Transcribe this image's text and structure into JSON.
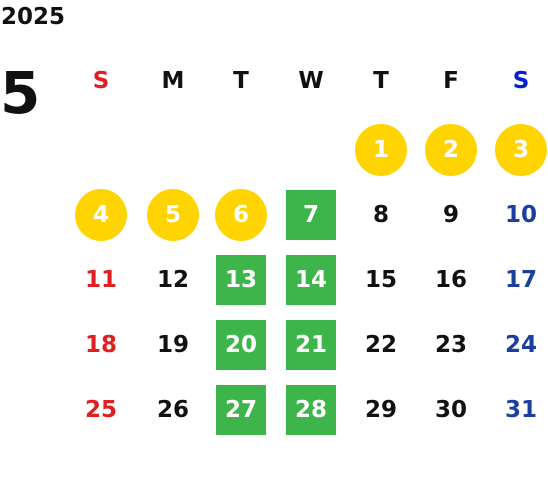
{
  "year": "2025",
  "month": "5",
  "weekdays": [
    "S",
    "M",
    "T",
    "W",
    "T",
    "F",
    "S"
  ],
  "days": [
    {
      "label": "1",
      "week": 0,
      "dow": 4,
      "mark": "circle"
    },
    {
      "label": "2",
      "week": 0,
      "dow": 5,
      "mark": "circle"
    },
    {
      "label": "3",
      "week": 0,
      "dow": 6,
      "mark": "circle"
    },
    {
      "label": "4",
      "week": 1,
      "dow": 0,
      "mark": "circle"
    },
    {
      "label": "5",
      "week": 1,
      "dow": 1,
      "mark": "circle"
    },
    {
      "label": "6",
      "week": 1,
      "dow": 2,
      "mark": "circle"
    },
    {
      "label": "7",
      "week": 1,
      "dow": 3,
      "mark": "square"
    },
    {
      "label": "8",
      "week": 1,
      "dow": 4,
      "mark": "none"
    },
    {
      "label": "9",
      "week": 1,
      "dow": 5,
      "mark": "none"
    },
    {
      "label": "10",
      "week": 1,
      "dow": 6,
      "mark": "none"
    },
    {
      "label": "11",
      "week": 2,
      "dow": 0,
      "mark": "none"
    },
    {
      "label": "12",
      "week": 2,
      "dow": 1,
      "mark": "none"
    },
    {
      "label": "13",
      "week": 2,
      "dow": 2,
      "mark": "square"
    },
    {
      "label": "14",
      "week": 2,
      "dow": 3,
      "mark": "square"
    },
    {
      "label": "15",
      "week": 2,
      "dow": 4,
      "mark": "none"
    },
    {
      "label": "16",
      "week": 2,
      "dow": 5,
      "mark": "none"
    },
    {
      "label": "17",
      "week": 2,
      "dow": 6,
      "mark": "none"
    },
    {
      "label": "18",
      "week": 3,
      "dow": 0,
      "mark": "none"
    },
    {
      "label": "19",
      "week": 3,
      "dow": 1,
      "mark": "none"
    },
    {
      "label": "20",
      "week": 3,
      "dow": 2,
      "mark": "square"
    },
    {
      "label": "21",
      "week": 3,
      "dow": 3,
      "mark": "square"
    },
    {
      "label": "22",
      "week": 3,
      "dow": 4,
      "mark": "none"
    },
    {
      "label": "23",
      "week": 3,
      "dow": 5,
      "mark": "none"
    },
    {
      "label": "24",
      "week": 3,
      "dow": 6,
      "mark": "none"
    },
    {
      "label": "25",
      "week": 4,
      "dow": 0,
      "mark": "none"
    },
    {
      "label": "26",
      "week": 4,
      "dow": 1,
      "mark": "none"
    },
    {
      "label": "27",
      "week": 4,
      "dow": 2,
      "mark": "square"
    },
    {
      "label": "28",
      "week": 4,
      "dow": 3,
      "mark": "square"
    },
    {
      "label": "29",
      "week": 4,
      "dow": 4,
      "mark": "none"
    },
    {
      "label": "30",
      "week": 4,
      "dow": 5,
      "mark": "none"
    },
    {
      "label": "31",
      "week": 4,
      "dow": 6,
      "mark": "none"
    }
  ],
  "colors": {
    "circle": "#ffd400",
    "square": "#3db54a",
    "sunday": "#e02020",
    "saturday": "#1a3f9c",
    "saturday_header": "#0022cc",
    "text": "#111111"
  }
}
